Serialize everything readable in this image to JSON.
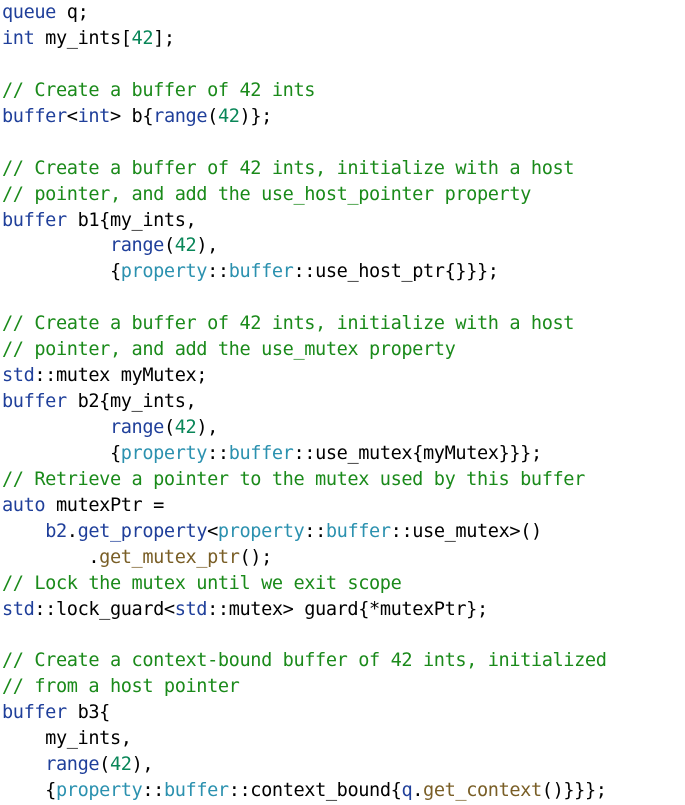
{
  "colors": {
    "plain": "#000000",
    "keyword": "#1f3f9a",
    "type": "#2b91af",
    "number": "#098658",
    "comment": "#1a8a1a",
    "method": "#795e26",
    "background": "#ffffff"
  },
  "code": {
    "lines": [
      [
        [
          "keyword",
          "queue"
        ],
        [
          "plain",
          " q;"
        ]
      ],
      [
        [
          "keyword",
          "int"
        ],
        [
          "plain",
          " my_ints["
        ],
        [
          "number",
          "42"
        ],
        [
          "plain",
          "];"
        ]
      ],
      [],
      [
        [
          "comment",
          "// Create a buffer of 42 ints"
        ]
      ],
      [
        [
          "keyword",
          "buffer"
        ],
        [
          "plain",
          "<"
        ],
        [
          "keyword",
          "int"
        ],
        [
          "plain",
          "> b{"
        ],
        [
          "keyword",
          "range"
        ],
        [
          "plain",
          "("
        ],
        [
          "number",
          "42"
        ],
        [
          "plain",
          ")};"
        ]
      ],
      [],
      [
        [
          "comment",
          "// Create a buffer of 42 ints, initialize with a host"
        ]
      ],
      [
        [
          "comment",
          "// pointer, and add the use_host_pointer property"
        ]
      ],
      [
        [
          "keyword",
          "buffer"
        ],
        [
          "plain",
          " b1{my_ints,"
        ]
      ],
      [
        [
          "plain",
          "          "
        ],
        [
          "keyword",
          "range"
        ],
        [
          "plain",
          "("
        ],
        [
          "number",
          "42"
        ],
        [
          "plain",
          "),"
        ]
      ],
      [
        [
          "plain",
          "          {"
        ],
        [
          "type",
          "property"
        ],
        [
          "plain",
          "::"
        ],
        [
          "type",
          "buffer"
        ],
        [
          "plain",
          "::use_host_ptr{}}};"
        ]
      ],
      [],
      [
        [
          "comment",
          "// Create a buffer of 42 ints, initialize with a host"
        ]
      ],
      [
        [
          "comment",
          "// pointer, and add the use_mutex property"
        ]
      ],
      [
        [
          "keyword",
          "std"
        ],
        [
          "plain",
          "::mutex myMutex;"
        ]
      ],
      [
        [
          "keyword",
          "buffer"
        ],
        [
          "plain",
          " b2{my_ints,"
        ]
      ],
      [
        [
          "plain",
          "          "
        ],
        [
          "keyword",
          "range"
        ],
        [
          "plain",
          "("
        ],
        [
          "number",
          "42"
        ],
        [
          "plain",
          "),"
        ]
      ],
      [
        [
          "plain",
          "          {"
        ],
        [
          "type",
          "property"
        ],
        [
          "plain",
          "::"
        ],
        [
          "type",
          "buffer"
        ],
        [
          "plain",
          "::use_mutex{myMutex}}};"
        ]
      ],
      [
        [
          "comment",
          "// Retrieve a pointer to the mutex used by this buffer"
        ]
      ],
      [
        [
          "keyword",
          "auto"
        ],
        [
          "plain",
          " mutexPtr ="
        ]
      ],
      [
        [
          "plain",
          "    "
        ],
        [
          "keyword",
          "b2"
        ],
        [
          "plain",
          "."
        ],
        [
          "keyword",
          "get_property"
        ],
        [
          "plain",
          "<"
        ],
        [
          "type",
          "property"
        ],
        [
          "plain",
          "::"
        ],
        [
          "type",
          "buffer"
        ],
        [
          "plain",
          "::use_mutex>()"
        ]
      ],
      [
        [
          "plain",
          "        ."
        ],
        [
          "method",
          "get_mutex_ptr"
        ],
        [
          "plain",
          "();"
        ]
      ],
      [
        [
          "comment",
          "// Lock the mutex until we exit scope"
        ]
      ],
      [
        [
          "keyword",
          "std"
        ],
        [
          "plain",
          "::lock_guard<"
        ],
        [
          "keyword",
          "std"
        ],
        [
          "plain",
          "::mutex> guard{*mutexPtr};"
        ]
      ],
      [],
      [
        [
          "comment",
          "// Create a context-bound buffer of 42 ints, initialized"
        ]
      ],
      [
        [
          "comment",
          "// from a host pointer"
        ]
      ],
      [
        [
          "keyword",
          "buffer"
        ],
        [
          "plain",
          " b3{"
        ]
      ],
      [
        [
          "plain",
          "    my_ints,"
        ]
      ],
      [
        [
          "plain",
          "    "
        ],
        [
          "keyword",
          "range"
        ],
        [
          "plain",
          "("
        ],
        [
          "number",
          "42"
        ],
        [
          "plain",
          "),"
        ]
      ],
      [
        [
          "plain",
          "    {"
        ],
        [
          "type",
          "property"
        ],
        [
          "plain",
          "::"
        ],
        [
          "type",
          "buffer"
        ],
        [
          "plain",
          "::context_bound{"
        ],
        [
          "keyword",
          "q"
        ],
        [
          "plain",
          "."
        ],
        [
          "method",
          "get_context"
        ],
        [
          "plain",
          "()}}};"
        ]
      ]
    ]
  }
}
